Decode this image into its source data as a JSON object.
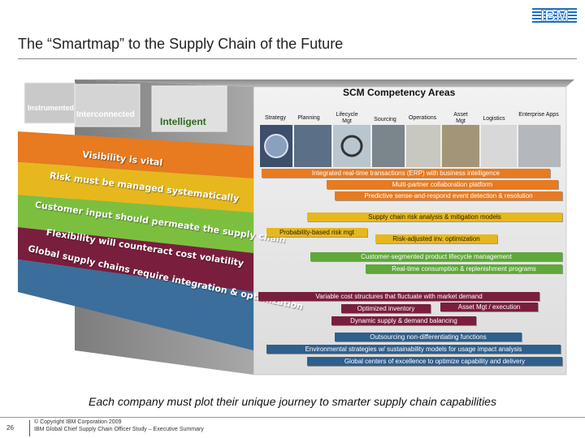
{
  "header": {
    "logo_text": "IBM",
    "title": "The “Smartmap” to the Supply Chain of the Future"
  },
  "diagram": {
    "heading": "SCM Competency Areas",
    "attributes": [
      "Instrumented",
      "Interconnected",
      "Intelligent"
    ],
    "columns": [
      "Strategy",
      "Planning",
      "Lifecycle Mgt",
      "Sourcing",
      "Operations",
      "Asset Mgt",
      "Logistics",
      "Enterprise Apps"
    ],
    "bands": [
      {
        "label": "Visibility is vital",
        "color": "#e87a1f"
      },
      {
        "label": "Risk must be managed systematically",
        "color": "#e6b81e"
      },
      {
        "label": "Customer input should permeate the supply chain",
        "color": "#5fa83a"
      },
      {
        "label": "Flexibility will counteract cost volatility",
        "color": "#7a1e3e"
      },
      {
        "label": "Global supply chains require integration & optimization",
        "color": "#2f5f8c"
      }
    ],
    "bars": {
      "orange_1": "Integrated real-time transactions (ERP) with business intelligence",
      "orange_2": "Multi-partner collaboration platform",
      "orange_3": "Predictive sense-and-respond event detection & resolution",
      "yellow_1": "Supply chain risk analysis & mitigation models",
      "yellow_2": "Probability-based risk mgt",
      "yellow_3": "Risk-adjusted inv. optimization",
      "green_1": "Customer-segmented product lifecycle management",
      "green_2": "Real-time consumption & replenishment programs",
      "maroon_1": "Variable cost structures that fluctuate with market demand",
      "maroon_2": "Optimized inventory",
      "maroon_3": "Asset Mgt / execution",
      "maroon_4": "Dynamic supply & demand balancing",
      "blue_1": "Outsourcing non-differentiating functions",
      "blue_2": "Environmental strategies w/ sustainability models for usage impact analysis",
      "blue_3": "Global centers of excellence to optimize capability and delivery"
    }
  },
  "tagline": "Each company must plot their unique journey to smarter supply chain capabilities",
  "footer": {
    "page": "26",
    "copyright": "© Copyright IBM Corporation 2009",
    "study": "IBM Global Chief Supply Chain Officer Study – Executive Summary"
  }
}
